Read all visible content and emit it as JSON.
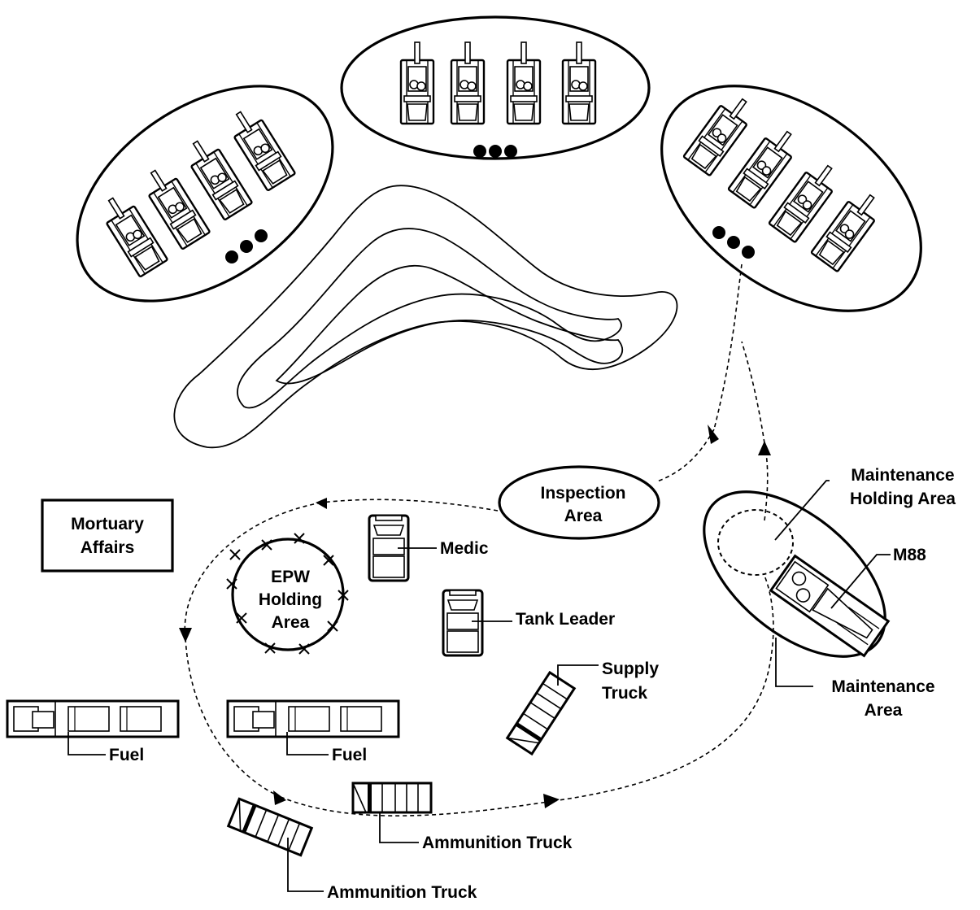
{
  "labels": {
    "inspection_area": [
      "Inspection",
      "Area"
    ],
    "maintenance_holding_area": [
      "Maintenance",
      "Holding Area"
    ],
    "m88": "M88",
    "maintenance_area": [
      "Maintenance",
      "Area"
    ],
    "mortuary_affairs": [
      "Mortuary",
      "Affairs"
    ],
    "epw_holding_area": [
      "EPW",
      "Holding",
      "Area"
    ],
    "medic": "Medic",
    "tank_leader": "Tank Leader",
    "supply_truck": [
      "Supply",
      "Truck"
    ],
    "fuel_1": "Fuel",
    "fuel_2": "Fuel",
    "ammunition_truck_1": "Ammunition Truck",
    "ammunition_truck_2": "Ammunition Truck"
  },
  "colors": {
    "ink": "#000000",
    "background": "#ffffff"
  }
}
